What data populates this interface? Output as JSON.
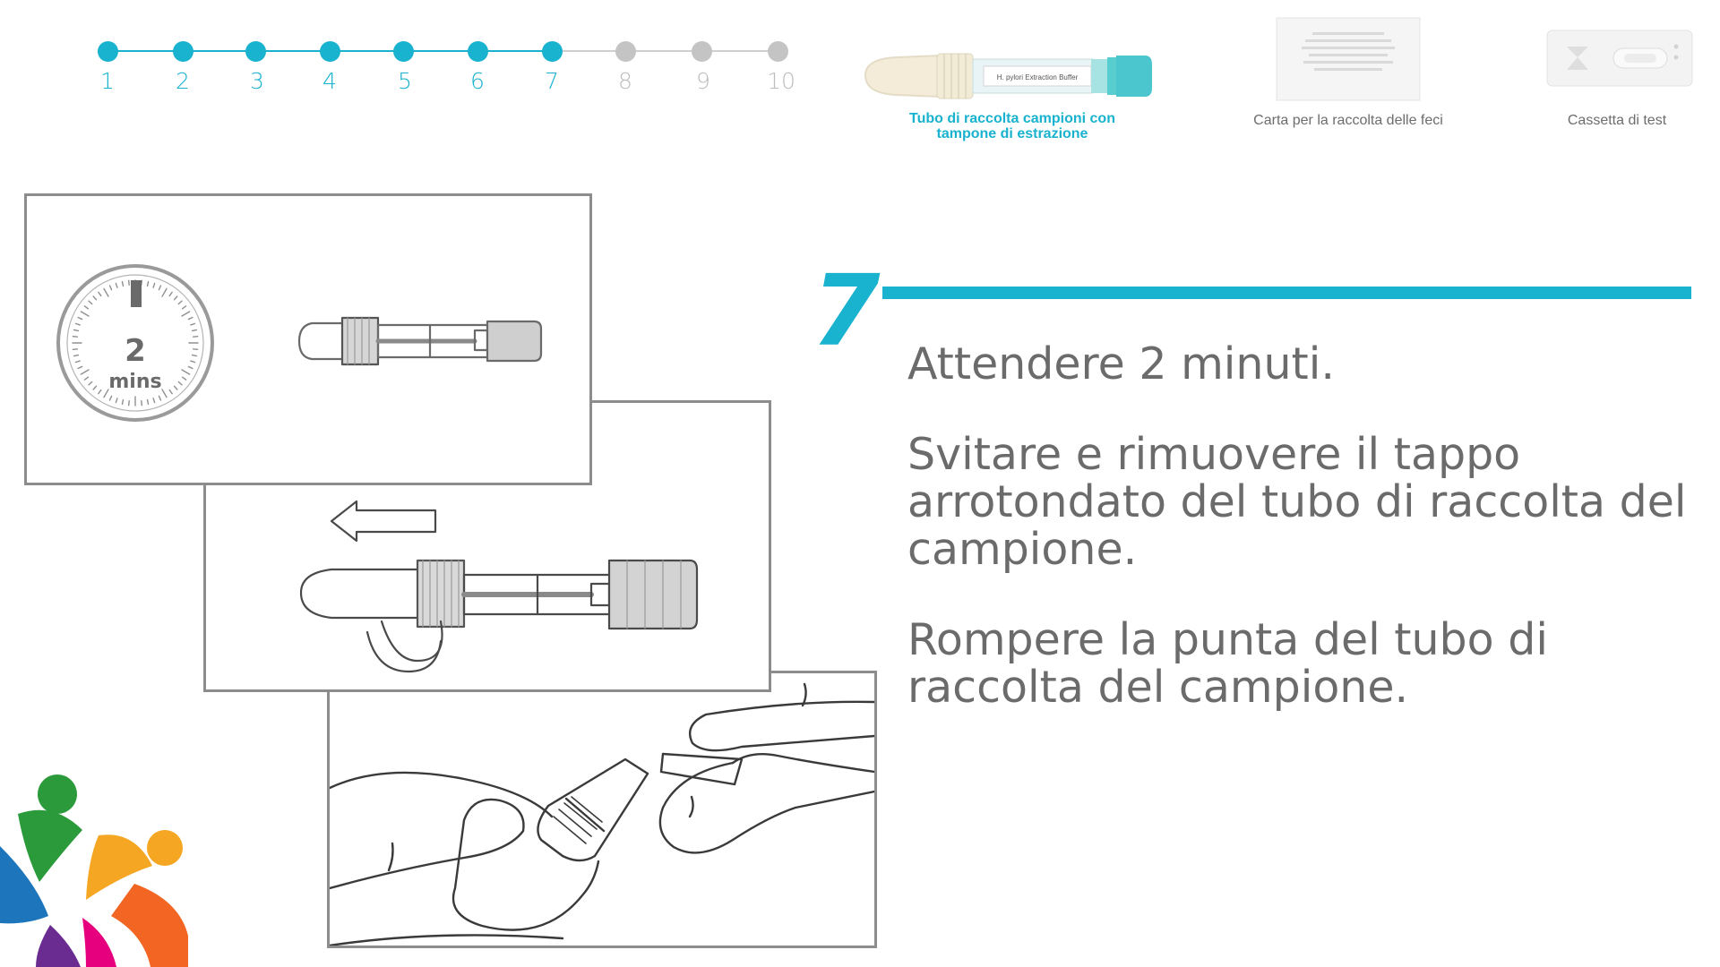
{
  "stepper": {
    "steps": [
      "1",
      "2",
      "3",
      "4",
      "5",
      "6",
      "7",
      "8",
      "9",
      "10"
    ],
    "current": 7,
    "colors": {
      "done": "#19b2cf",
      "todo": "#c4c4c4"
    }
  },
  "supplies": [
    {
      "label": "Tubo di raccolta campioni con tampone di estrazione",
      "tube_label": "H. pylori Extraction Buffer",
      "active": true
    },
    {
      "label": "Carta per la raccolta delle feci",
      "active": false
    },
    {
      "label": "Cassetta di test",
      "active": false
    }
  ],
  "panels": {
    "timer": {
      "value": "2",
      "unit": "mins"
    }
  },
  "step": {
    "number": "7",
    "accent": "#19b2cf",
    "instructions": [
      "Attendere 2 minuti.",
      "Svitare e rimuovere il tappo arrotondato del tubo di raccolta del campione.",
      "Rompere la punta del tubo di raccolta del campione."
    ]
  }
}
